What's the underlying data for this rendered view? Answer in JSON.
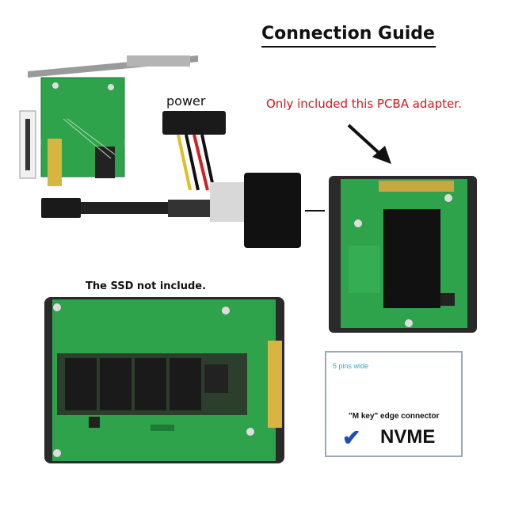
{
  "title": "Connection Guide",
  "labels": {
    "power": "power",
    "only_included": "Only included this PCBA adapter.",
    "ssd_not_included": "The SSD not include."
  },
  "connector_panel": {
    "pins_label": "5 pins wide",
    "mkey_label": "\"M key\" edge connector",
    "check_icon": "checkmark-icon",
    "nvme_label": "NVME"
  },
  "colors": {
    "pcb_green": "#2fa24c",
    "title_red": "#d4161c",
    "check_blue": "#1f4fb5",
    "gold": "#d6b640"
  }
}
